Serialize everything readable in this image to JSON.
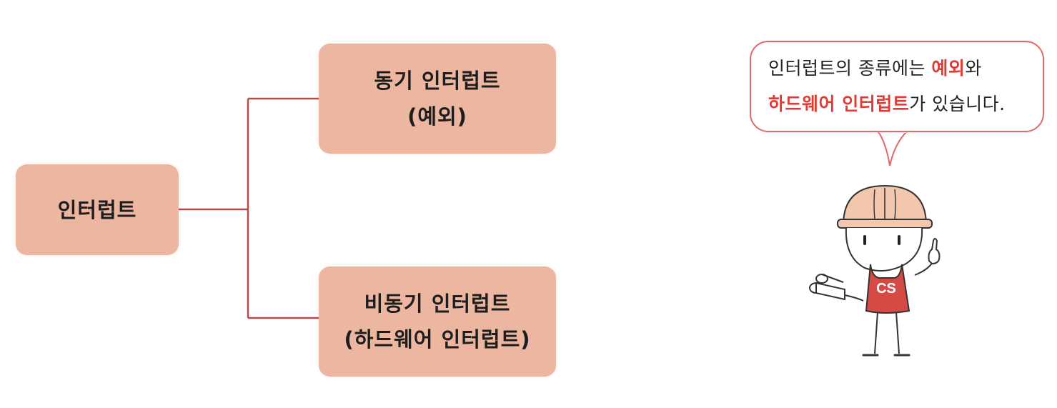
{
  "diagram": {
    "root": {
      "label": "인터럽트"
    },
    "children": [
      {
        "line1": "동기 인터럽트",
        "line2": "(예외)"
      },
      {
        "line1": "비동기 인터럽트",
        "line2": "(하드웨어 인터럽트)"
      }
    ]
  },
  "speech": {
    "part1": "인터럽트의 종류에는 ",
    "highlight1": "예외",
    "part2": "와",
    "highlight2": "하드웨어 인터럽트",
    "part3": "가 있습니다."
  },
  "mascot": {
    "shirt_text": "CS"
  },
  "colors": {
    "box_fill": "#ecb6a0",
    "connector": "#b94a4a",
    "bubble_border": "#e06a6a",
    "highlight": "#e23b34",
    "shirt": "#d64a45",
    "helmet": "#f3c7ae"
  }
}
